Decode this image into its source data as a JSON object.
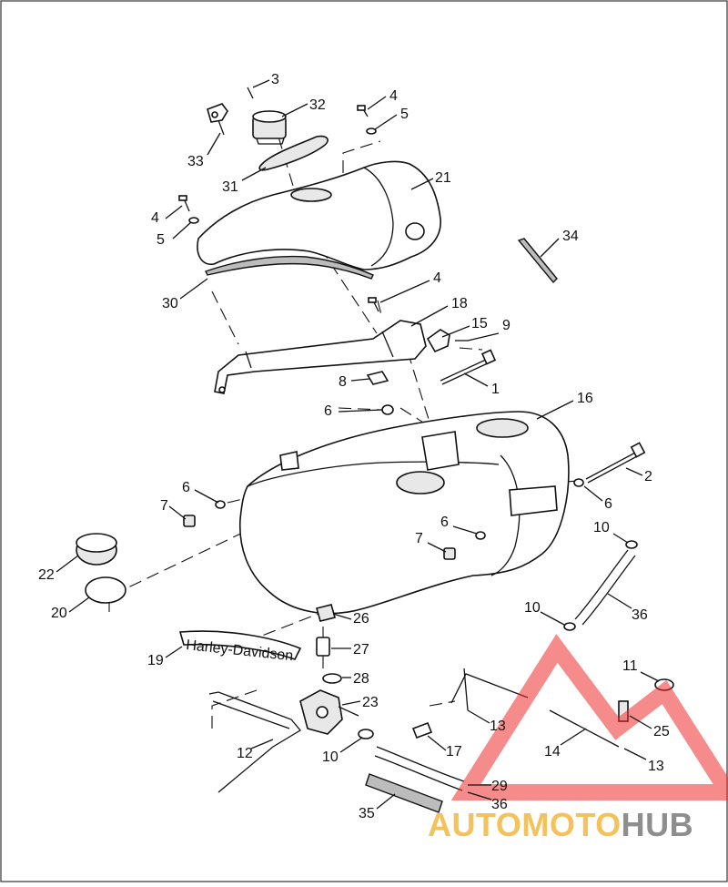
{
  "callouts": [
    "3",
    "32",
    "33",
    "31",
    "4",
    "5",
    "21",
    "4",
    "5",
    "30",
    "34",
    "4",
    "18",
    "15",
    "9",
    "8",
    "1",
    "6",
    "16",
    "6",
    "7",
    "2",
    "6",
    "6",
    "7",
    "10",
    "22",
    "20",
    "36",
    "10",
    "26",
    "19",
    "27",
    "28",
    "11",
    "23",
    "12",
    "13",
    "17",
    "25",
    "14",
    "13",
    "10",
    "29",
    "36",
    "35"
  ],
  "badge_text": "Harley-Davidson",
  "watermark": {
    "part1": "AUTOMOTO",
    "part2": "HUB",
    "color_orange": "#f5c15a",
    "color_gray": "#8e8e8e",
    "color_red": "#ee2b2b"
  }
}
